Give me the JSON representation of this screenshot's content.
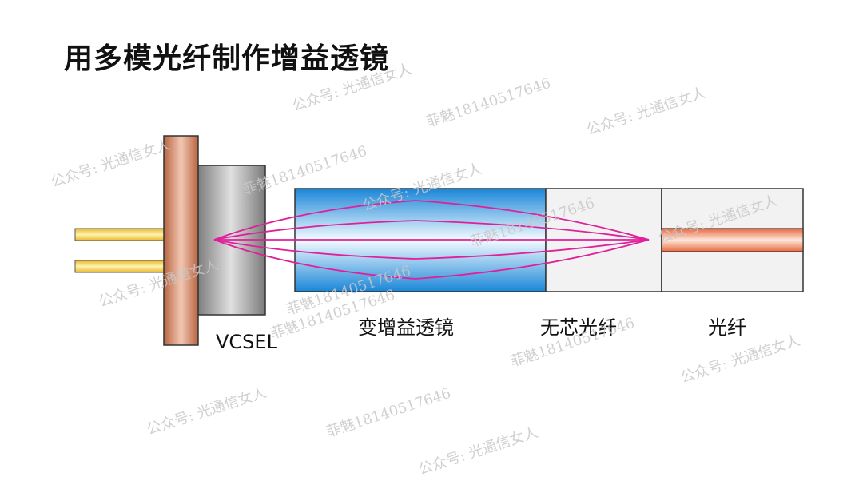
{
  "title": "用多模光纤制作增益透镜",
  "labels": {
    "vcsel": "VCSEL",
    "grin_lens": "变增益透镜",
    "coreless_fiber": "无芯光纤",
    "fiber": "光纤"
  },
  "watermarks": [
    "公众号: 光通信女人",
    "菲魅18140517646",
    "公众号: 光通信女人",
    "菲魅18140517646",
    "公众号: 光通信女人",
    "公众号: 光通信女人",
    "菲魅18140517646",
    "公众号: 光通信女人",
    "菲魅18140517646",
    "公众号: 光通信女人",
    "菲魅18140517646",
    "公众号: 光通信女人",
    "菲魅18140517646",
    "公众号: 光通信女人",
    "菲魅18140517646",
    "公众号: 光通信女人"
  ],
  "colors": {
    "flange": "#c97a55",
    "can": "#8a8a8a",
    "pins": "#f0c040",
    "lens": "#1e90e0",
    "rays": "#e0209a",
    "core": "#f08060"
  }
}
